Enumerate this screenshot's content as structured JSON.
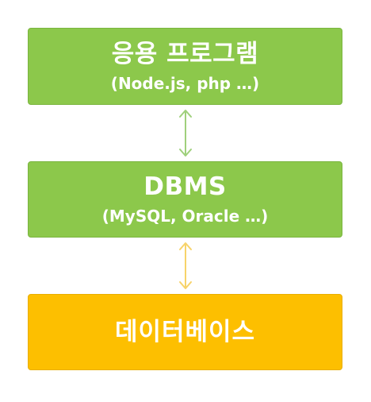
{
  "diagram": {
    "nodes": [
      {
        "id": "app",
        "title": "응용 프로그램",
        "subtitle": "(Node.js, php …)",
        "color": "#8cc84b"
      },
      {
        "id": "dbms",
        "title": "DBMS",
        "subtitle": "(MySQL, Oracle …)",
        "color": "#8cc84b"
      },
      {
        "id": "db",
        "title": "데이터베이스",
        "color": "#fdbf00"
      }
    ],
    "edges": [
      {
        "from": "app",
        "to": "dbms",
        "direction": "bidirectional",
        "color": "#9fd07c"
      },
      {
        "from": "dbms",
        "to": "db",
        "direction": "bidirectional",
        "color": "#f7d36a"
      }
    ]
  }
}
